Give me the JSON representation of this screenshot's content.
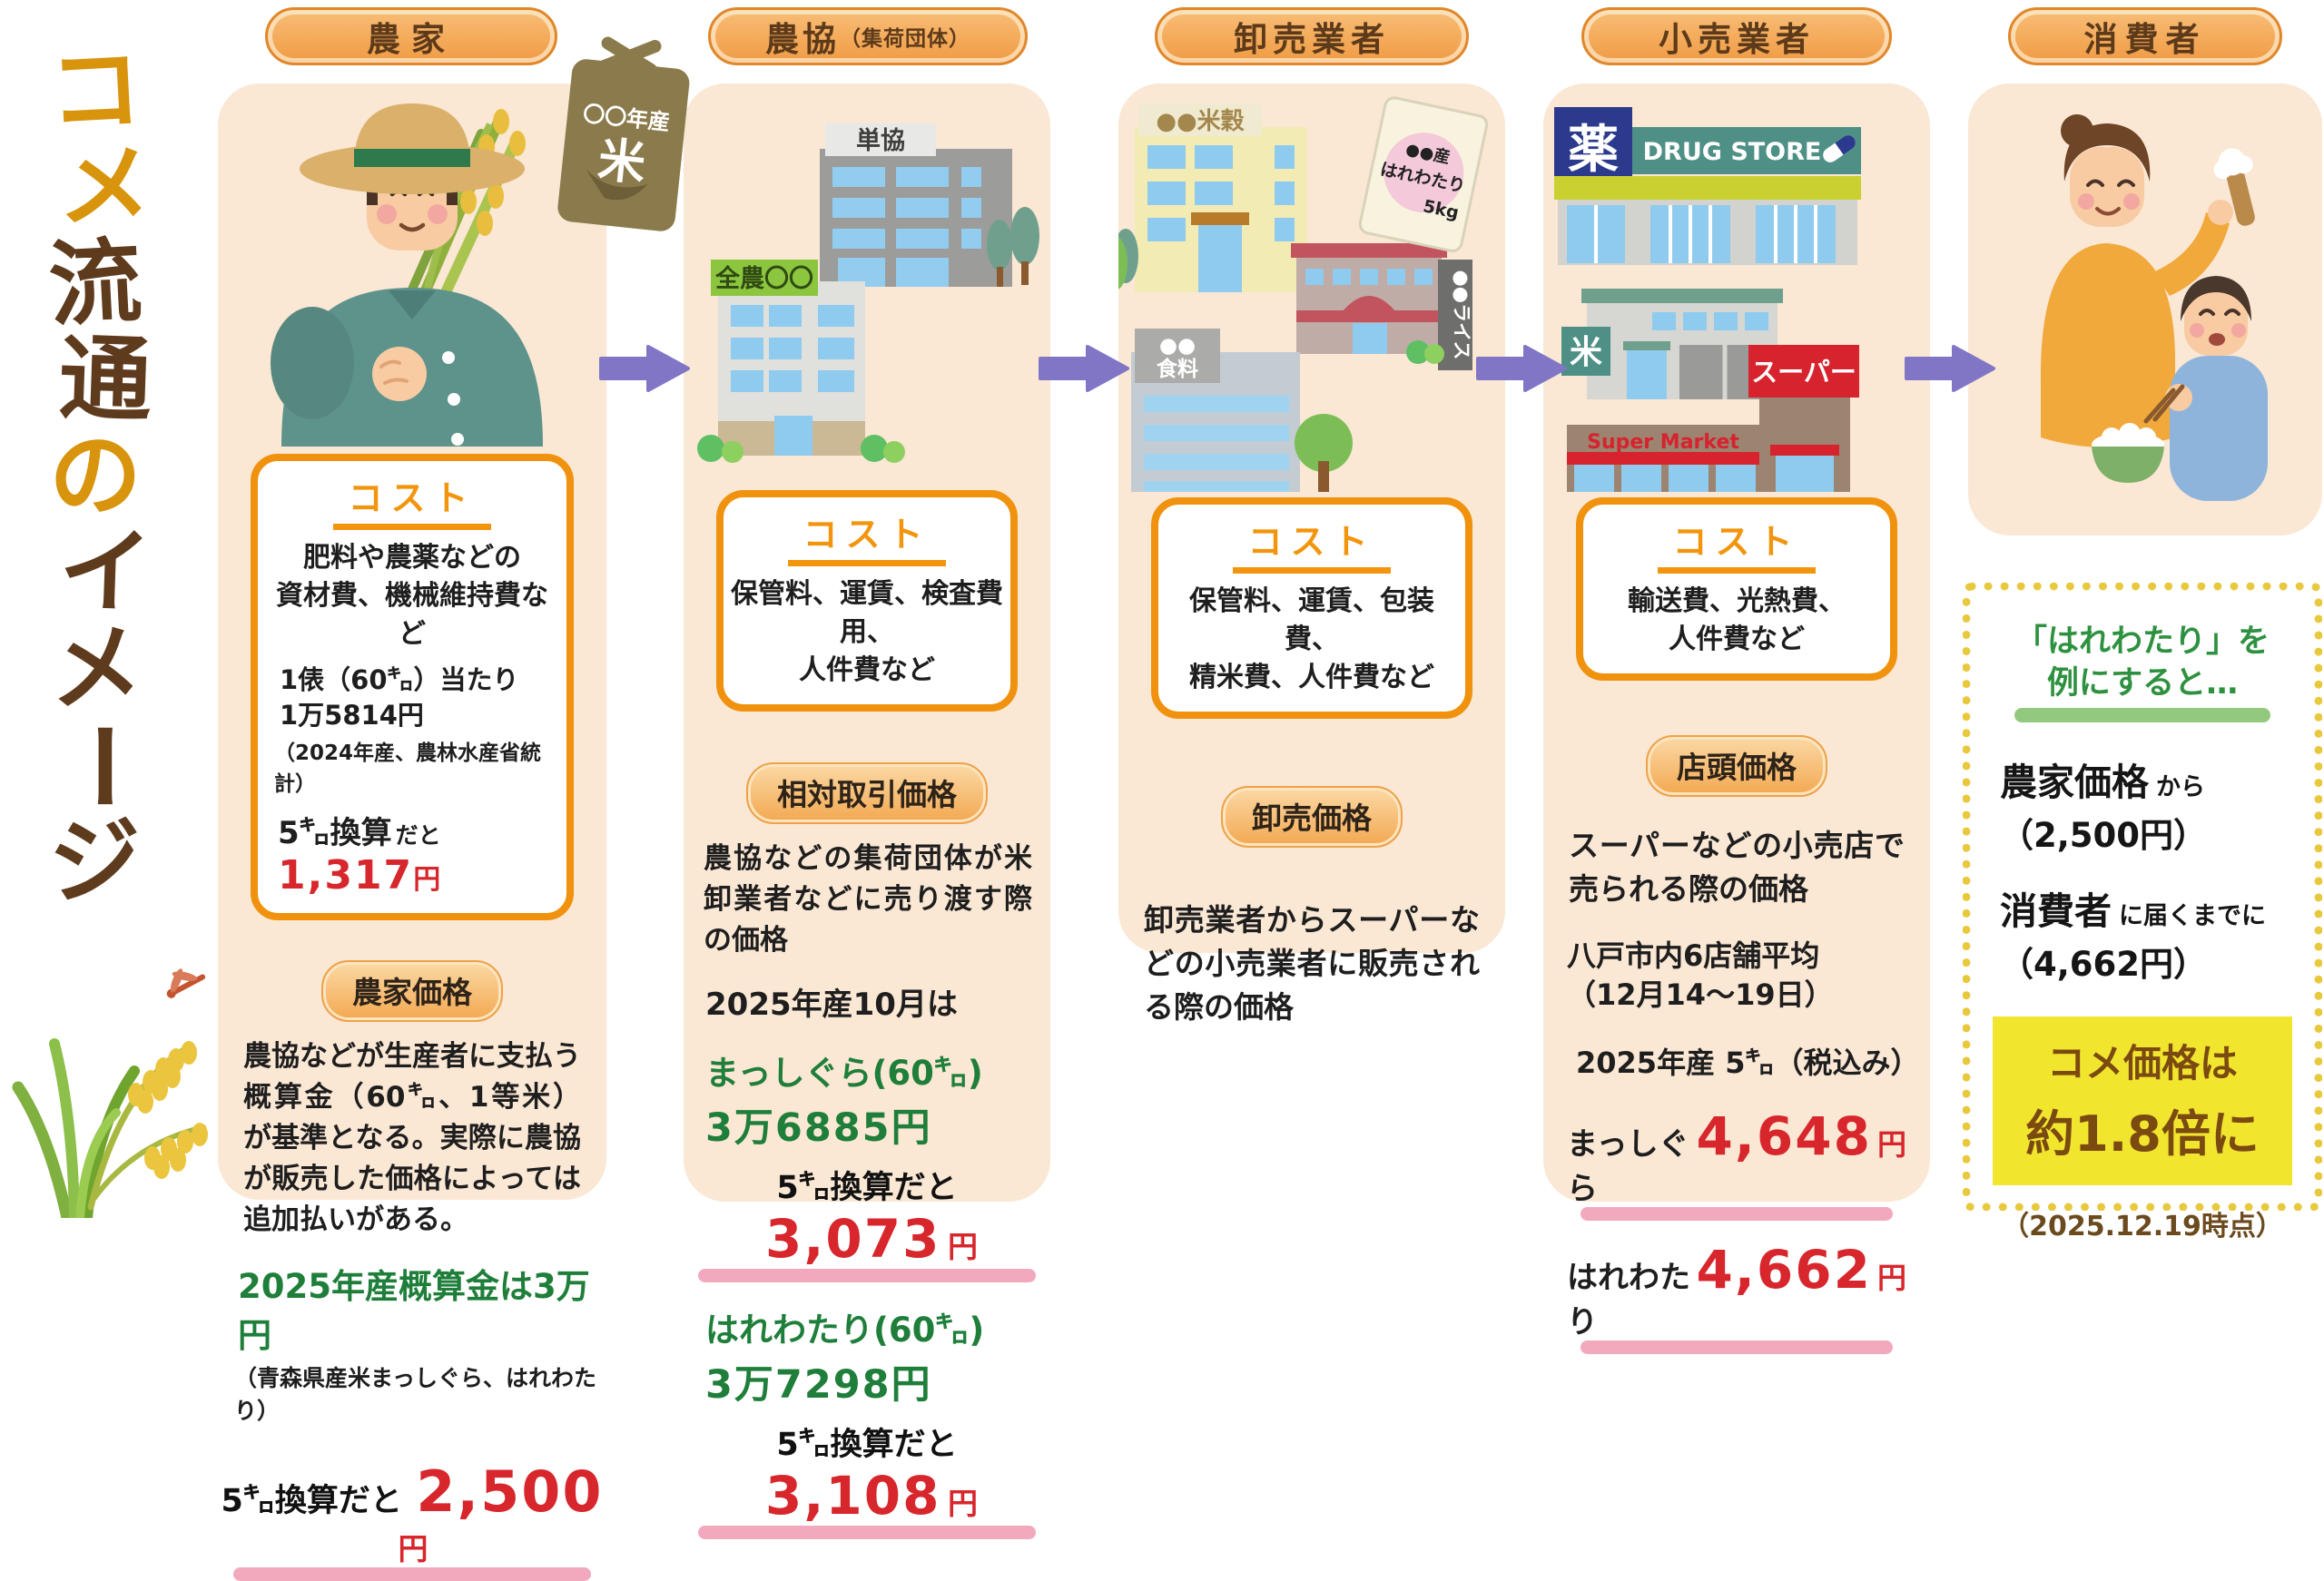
{
  "palette": {
    "panel_bg": "#FAE7D4",
    "header_fill": "#F3A850",
    "header_border": "#E1872B",
    "header_text": "#5D3A1A",
    "cost_orange": "#F0920D",
    "price_red": "#D7262C",
    "underline_pink": "#F2A0B6",
    "green_text": "#1E7E3A",
    "arrow_purple": "#8176C6",
    "title_gold": "#D8940C",
    "title_brown": "#5F3B1E",
    "highlight_yellow": "#F2E52E",
    "highlight_brown": "#7A4A10",
    "grain_yellow": "#E8C93E"
  },
  "title": {
    "chars": [
      "コ",
      "メ",
      "流",
      "通",
      "の",
      "イ",
      "メ",
      "ー",
      "ジ"
    ]
  },
  "farmer": {
    "header": "農家",
    "bag": {
      "line1": "〇〇年産",
      "line2": "米"
    },
    "cost": {
      "label": "コスト",
      "text": "肥料や農薬などの\n資材費、機械維持費など",
      "detail1": "1俵（60㌔）当たり",
      "detail2": "1万5814円",
      "note": "（2024年産、農林水産省統計）",
      "conv_label": "5㌔換算",
      "conv_mid": "だと",
      "price": "1,317",
      "yen": "円"
    },
    "badge": "農家価格",
    "desc": "農協などが生産者に支払う概算金（60㌔、1等米）が基準となる。実際に農協が販売した価格によっては追加払いがある。",
    "green_line": "2025年産概算金は3万円",
    "green_note": "（青森県産米まっしぐら、はれわたり）",
    "conv": {
      "label": "5㌔換算だと",
      "price": "2,500",
      "yen": "円"
    }
  },
  "coop": {
    "header": "農協",
    "header_sub": "（集荷団体）",
    "buildings": {
      "b1": "単協",
      "b2": "全農〇〇"
    },
    "cost": {
      "label": "コスト",
      "text": "保管料、運賃、検査費用、\n人件費など"
    },
    "badge": "相対取引価格",
    "desc": "農協などの集荷団体が米卸業者などに売り渡す際の価格",
    "month_line": "2025年産10月は",
    "items": [
      {
        "name": "まっしぐら(60㌔)",
        "total": "3万6885円",
        "conv_label": "5㌔換算だと",
        "price": "3,073",
        "yen": "円"
      },
      {
        "name": "はれわたり(60㌔)",
        "total": "3万7298円",
        "conv_label": "5㌔換算だと",
        "price": "3,108",
        "yen": "円"
      }
    ]
  },
  "wholesaler": {
    "header": "卸売業者",
    "buildings": {
      "b1": "●●米穀",
      "b2_l1": "●●",
      "b2_l2": "食料",
      "b3": "●●ライス"
    },
    "bag": {
      "line1": "●●産",
      "line2": "はれわたり",
      "line3": "5kg"
    },
    "cost": {
      "label": "コスト",
      "text": "保管料、運賃、包装費、\n精米費、人件費など"
    },
    "badge": "卸売価格",
    "desc": "卸売業者からスーパーなどの小売業者に販売される際の価格"
  },
  "retailer": {
    "header": "小売業者",
    "shops": {
      "drug_kanji": "薬",
      "drug_en": "DRUG STORE",
      "rice": "米",
      "super_jp": "スーパー",
      "super_en": "Super Market"
    },
    "cost": {
      "label": "コスト",
      "text": "輸送費、光熱費、\n人件費など"
    },
    "badge": "店頭価格",
    "desc": "スーパーなどの小売店で売られる際の価格",
    "survey": "八戸市内6店舗平均\n（12月14～19日）",
    "product_line": "2025年産 5㌔（税込み）",
    "items": [
      {
        "name": "まっしぐら",
        "price": "4,648",
        "yen": "円"
      },
      {
        "name": "はれわたり",
        "price": "4,662",
        "yen": "円"
      }
    ]
  },
  "consumer": {
    "header": "消費者"
  },
  "example": {
    "title": "「はれわたり」を\n例にすると…",
    "row1": {
      "label": "農家価格",
      "suffix": "から",
      "value": "（2,500円）"
    },
    "row2": {
      "label": "消費者",
      "suffix": "に届くまでに",
      "value": "（4,662円）"
    },
    "highlight_l1": "コメ価格は",
    "highlight_l2": "約1.8倍に",
    "note": "（2025.12.19時点）"
  }
}
